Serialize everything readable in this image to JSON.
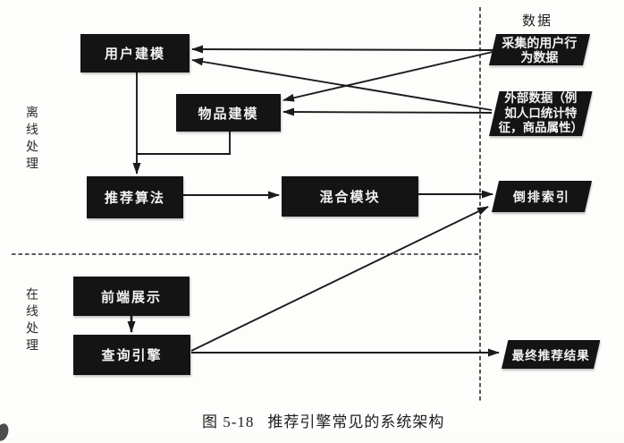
{
  "figure": {
    "caption_label": "图 5-18",
    "caption_title": "推荐引擎常见的系统架构"
  },
  "sections": {
    "offline_label": "离线处理",
    "online_label": "在线处理",
    "data_column_label": "数据"
  },
  "nodes": {
    "user_modeling": {
      "label": "用户建模",
      "shape": "rect"
    },
    "item_modeling": {
      "label": "物品建模",
      "shape": "rect"
    },
    "rec_algorithm": {
      "label": "推荐算法",
      "shape": "rect"
    },
    "hybrid_module": {
      "label": "混合模块",
      "shape": "rect"
    },
    "frontend_display": {
      "label": "前端展示",
      "shape": "rect"
    },
    "query_engine": {
      "label": "查询引擎",
      "shape": "rect"
    },
    "collected_behavior_data": {
      "label": "采集的用户行\n为数据",
      "shape": "parallelogram"
    },
    "external_data": {
      "label": "外部数据（例\n如人口统计特\n征，商品属性）",
      "shape": "parallelogram"
    },
    "inverted_index": {
      "label": "倒排索引",
      "shape": "parallelogram"
    },
    "final_recommendation": {
      "label": "最终推荐结果",
      "shape": "parallelogram"
    }
  },
  "connections": [
    {
      "from": "采集的用户行为数据",
      "to": "用户建模"
    },
    {
      "from": "采集的用户行为数据",
      "to": "物品建模"
    },
    {
      "from": "外部数据（例如人口统计特征，商品属性）",
      "to": "用户建模"
    },
    {
      "from": "外部数据（例如人口统计特征，商品属性）",
      "to": "物品建模"
    },
    {
      "from": "用户建模",
      "to": "推荐算法"
    },
    {
      "from": "物品建模",
      "to": "推荐算法"
    },
    {
      "from": "推荐算法",
      "to": "混合模块"
    },
    {
      "from": "混合模块",
      "to": "倒排索引"
    },
    {
      "from": "查询引擎",
      "to": "倒排索引"
    },
    {
      "from": "前端展示",
      "to": "查询引擎"
    },
    {
      "from": "查询引擎",
      "to": "最终推荐结果"
    }
  ],
  "colors": {
    "node_fill": "#141414",
    "node_text": "#f2f2f2",
    "line": "#1b1b1b",
    "background": "#fdfdfb"
  }
}
